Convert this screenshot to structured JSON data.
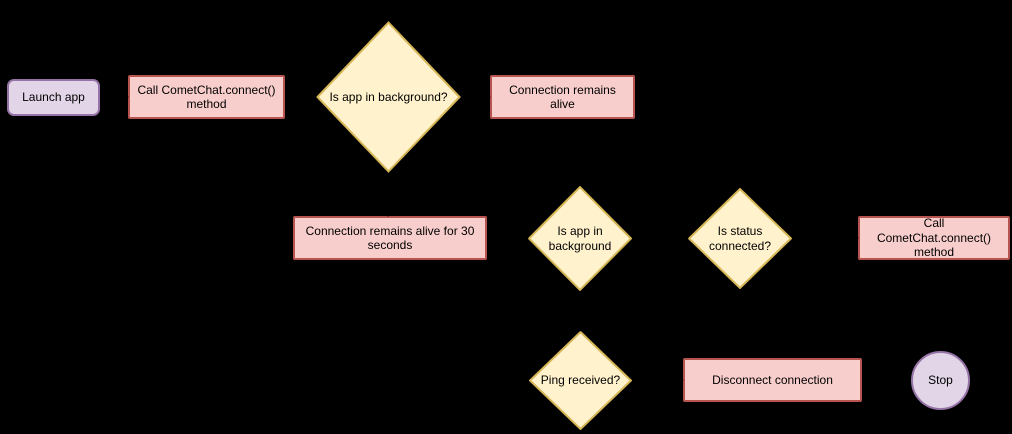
{
  "diagram_type": "flowchart",
  "background_color": "#000000",
  "colors": {
    "process_fill": "#F8CECC",
    "process_stroke": "#B85450",
    "terminator_fill": "#E1D5E7",
    "terminator_stroke": "#9673A6",
    "decision_fill": "#FFF2CC",
    "decision_stroke": "#D6B656",
    "text": "#000000",
    "connector": "#000000"
  },
  "nodes": {
    "launch_app": {
      "label": "Launch app",
      "type": "terminator"
    },
    "call_connect_1": {
      "label": "Call CometChat.connect() method",
      "type": "process"
    },
    "is_app_background_1": {
      "label": "Is app in background?",
      "type": "decision"
    },
    "connection_remains_alive": {
      "label": "Connection remains alive",
      "type": "process"
    },
    "connection_alive_30s": {
      "label": "Connection remains alive for 30 seconds",
      "type": "process"
    },
    "is_app_background_2": {
      "label": "Is app in background",
      "type": "decision"
    },
    "is_status_connected": {
      "label": "Is status connected?",
      "type": "decision"
    },
    "call_connect_2": {
      "label": "Call CometChat.connect() method",
      "type": "process"
    },
    "ping_received": {
      "label": "Ping received?",
      "type": "decision"
    },
    "disconnect_connection": {
      "label": "Disconnect connection",
      "type": "process"
    },
    "stop": {
      "label": "Stop",
      "type": "terminator"
    }
  }
}
